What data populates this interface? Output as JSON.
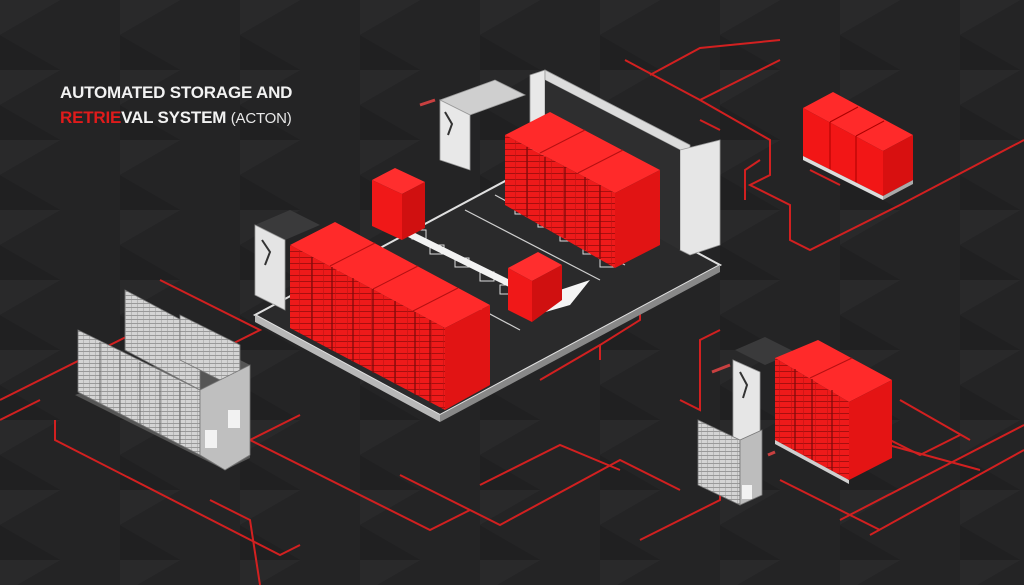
{
  "title": {
    "line1": "AUTOMATED STORAGE AND",
    "line2_highlight": "RETRIE",
    "line2_rest": "VAL SYSTEM",
    "line2_suffix": "(ACTON)"
  },
  "colors": {
    "background": "#242425",
    "accent_red": "#f0181a",
    "red_dark": "#b51012",
    "path_red": "#d22020",
    "machine_gray": "#d9d9d9",
    "floor_dark": "#2b2b2c"
  },
  "diagram": {
    "main_facility": {
      "red_rack_rows": 2,
      "red_modules": 2,
      "robot_aisle_stations": 10,
      "gantry": 1,
      "loading_stations": 2
    },
    "top_right_unit": {
      "red_blocks": 3
    },
    "bottom_left_unit": {
      "gray_rack_columns": 8
    },
    "bottom_right_unit": {
      "red_racks": 2,
      "gray_racks": 2,
      "loading_station": 1
    }
  }
}
